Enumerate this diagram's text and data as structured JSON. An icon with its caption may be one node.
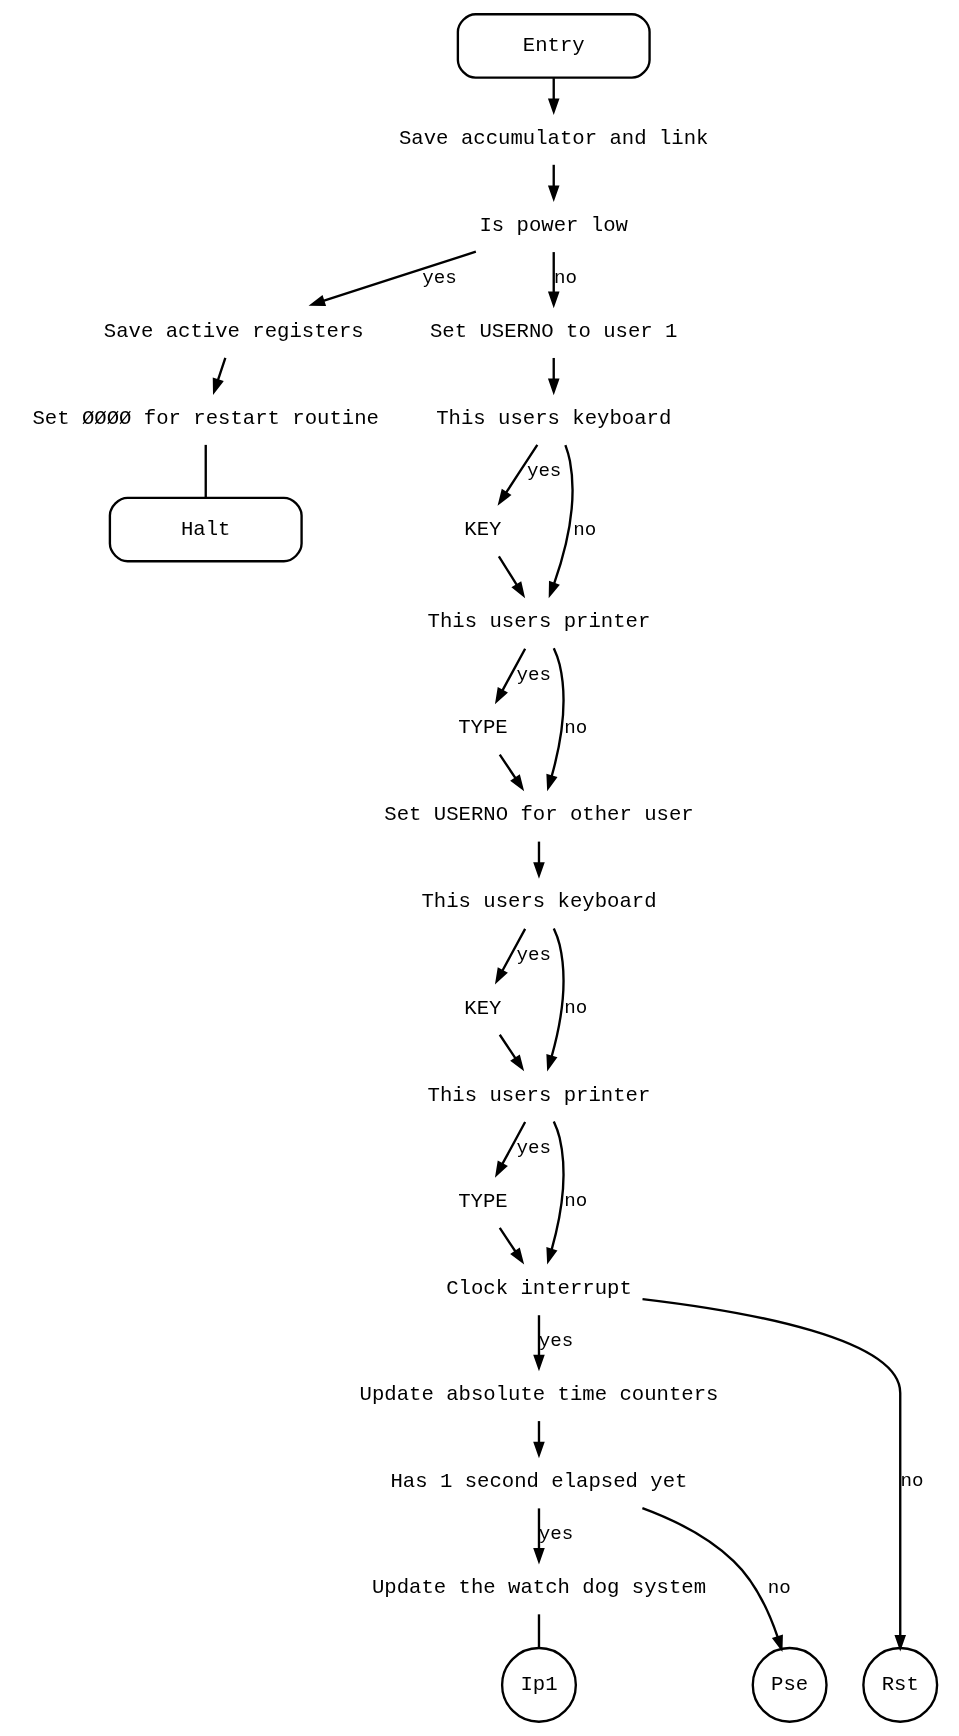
{
  "diagram": {
    "nodes": [
      {
        "text": [
          "Entry"
        ]
      },
      {
        "text": [
          "Save accumulator and link"
        ]
      },
      {
        "text": [
          "Is power low"
        ]
      },
      {
        "text": [
          "Save active registers"
        ]
      },
      {
        "text": [
          "Set ØØØØ for restart routine"
        ]
      },
      {
        "text": [
          "Halt"
        ]
      },
      {
        "text": [
          "Set USERNO to user 1"
        ]
      },
      {
        "text": [
          "This users keyboard"
        ]
      },
      {
        "text": [
          "KEY"
        ]
      },
      {
        "text": [
          "This users printer"
        ]
      },
      {
        "text": [
          "TYPE"
        ]
      },
      {
        "text": [
          "Set USERNO for other user"
        ]
      },
      {
        "text": [
          "This users keyboard"
        ]
      },
      {
        "text": [
          "KEY"
        ]
      },
      {
        "text": [
          "This users printer"
        ]
      },
      {
        "text": [
          "TYPE"
        ]
      },
      {
        "text": [
          "Clock interrupt"
        ]
      },
      {
        "text": [
          "Update absolute time counters"
        ]
      },
      {
        "text": [
          "Has 1 second elapsed yet"
        ]
      },
      {
        "text": [
          "Update the watch dog system"
        ]
      },
      {
        "text": [
          "Rst"
        ]
      },
      {
        "text": [
          "Pse"
        ]
      },
      {
        "text": [
          "Ip1"
        ]
      }
    ],
    "edges": [
      {
        "from": 0,
        "to": 1,
        "arrow": "to"
      },
      {
        "from": 1,
        "to": 2,
        "arrow": "to"
      },
      {
        "from": 2,
        "to": 3,
        "arrow": "to",
        "label": "yes"
      },
      {
        "from": 3,
        "to": 4,
        "arrow": "to"
      },
      {
        "from": 4,
        "to": 5,
        "arrow": "none"
      },
      {
        "from": 2,
        "to": 6,
        "arrow": "to",
        "label": "no"
      },
      {
        "from": 6,
        "to": 7,
        "arrow": "to"
      },
      {
        "from": 7,
        "to": 8,
        "arrow": "to",
        "label": "yes"
      },
      {
        "from": 7,
        "to": 9,
        "arrow": "to",
        "label": "no"
      },
      {
        "from": 8,
        "to": 9,
        "arrow": "to"
      },
      {
        "from": 9,
        "to": 10,
        "arrow": "to",
        "label": "yes"
      },
      {
        "from": 9,
        "to": 11,
        "arrow": "to",
        "label": "no"
      },
      {
        "from": 10,
        "to": 11,
        "arrow": "to"
      },
      {
        "from": 11,
        "to": 12,
        "arrow": "to"
      },
      {
        "from": 12,
        "to": 13,
        "arrow": "to",
        "label": "yes"
      },
      {
        "from": 12,
        "to": 14,
        "arrow": "to",
        "label": "no"
      },
      {
        "from": 13,
        "to": 14,
        "arrow": "to"
      },
      {
        "from": 14,
        "to": 15,
        "arrow": "to",
        "label": "yes"
      },
      {
        "from": 14,
        "to": 16,
        "arrow": "to",
        "label": "no"
      },
      {
        "from": 15,
        "to": 16,
        "arrow": "to"
      },
      {
        "from": 16,
        "to": 17,
        "arrow": "to",
        "label": "yes"
      },
      {
        "from": 16,
        "to": 20,
        "arrow": "to",
        "label": "no"
      },
      {
        "from": 17,
        "to": 18,
        "arrow": "to"
      },
      {
        "from": 18,
        "to": 19,
        "arrow": "to",
        "label": "yes"
      },
      {
        "from": 18,
        "to": 21,
        "arrow": "to",
        "label": "no"
      },
      {
        "from": 19,
        "to": 22,
        "arrow": "none"
      }
    ]
  }
}
